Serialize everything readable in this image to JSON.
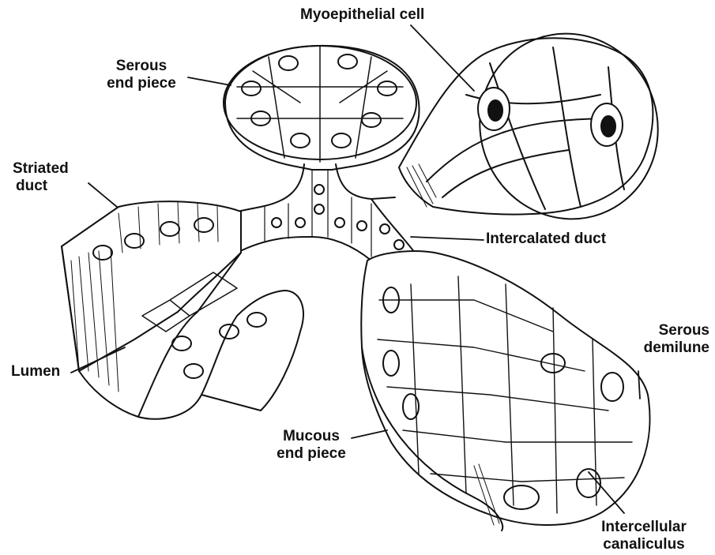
{
  "labels": {
    "myoepithelial_cell": "Myoepithelial cell",
    "serous_end_piece": [
      "Serous",
      "end piece"
    ],
    "striated_duct": [
      "Striated",
      "duct"
    ],
    "intercalated_duct": "Intercalated duct",
    "serous_demilune": [
      "Serous",
      "demilune"
    ],
    "lumen": "Lumen",
    "mucous_end_piece": [
      "Mucous",
      "end piece"
    ],
    "intercellular_canaliculus": [
      "Intercellular",
      "canaliculus"
    ]
  },
  "style": {
    "ink": "#111111",
    "paper": "#ffffff"
  }
}
